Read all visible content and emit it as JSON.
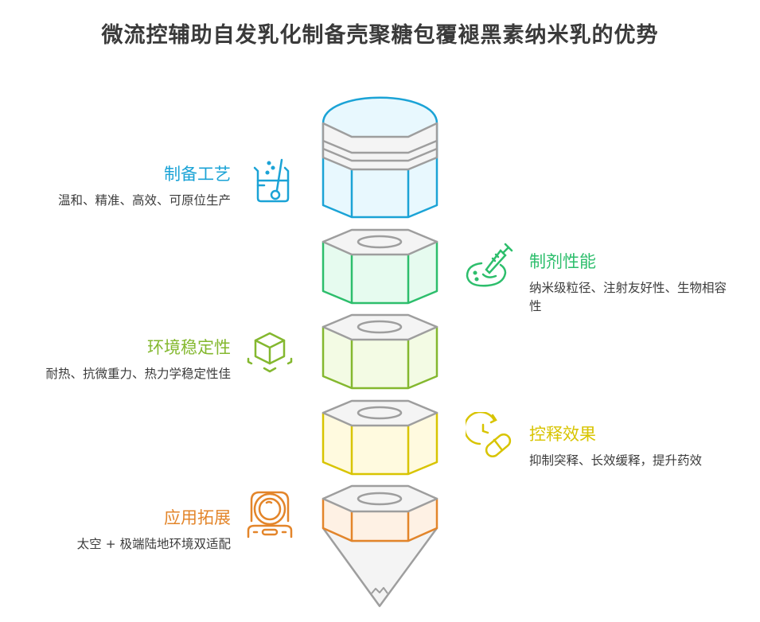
{
  "title": "微流控辅助自发乳化制备壳聚糖包覆褪黑素纳米乳的优势",
  "colors": {
    "blue": "#1BA3D6",
    "green": "#2DBE6C",
    "lime": "#84B82F",
    "yellow": "#D8C400",
    "orange": "#E3852A",
    "gray": "#9E9E9E"
  },
  "items": [
    {
      "heading": "制备工艺",
      "description": "温和、精准、高效、可原位生产",
      "icon": "beaker-icon",
      "side": "left"
    },
    {
      "heading": "制剂性能",
      "description": "纳米级粒径、注射友好性、生物相容性",
      "icon": "syringe-dish-icon",
      "side": "right"
    },
    {
      "heading": "环境稳定性",
      "description": "耐热、抗微重力、热力学稳定性佳",
      "icon": "cube-icon",
      "side": "left"
    },
    {
      "heading": "控释效果",
      "description": "抑制突释、长效缓释，提升药效",
      "icon": "timer-capsule-icon",
      "side": "right"
    },
    {
      "heading": "应用拓展",
      "description": "太空 + 极端陆地环境双适配",
      "icon": "astronaut-icon",
      "side": "left"
    }
  ]
}
